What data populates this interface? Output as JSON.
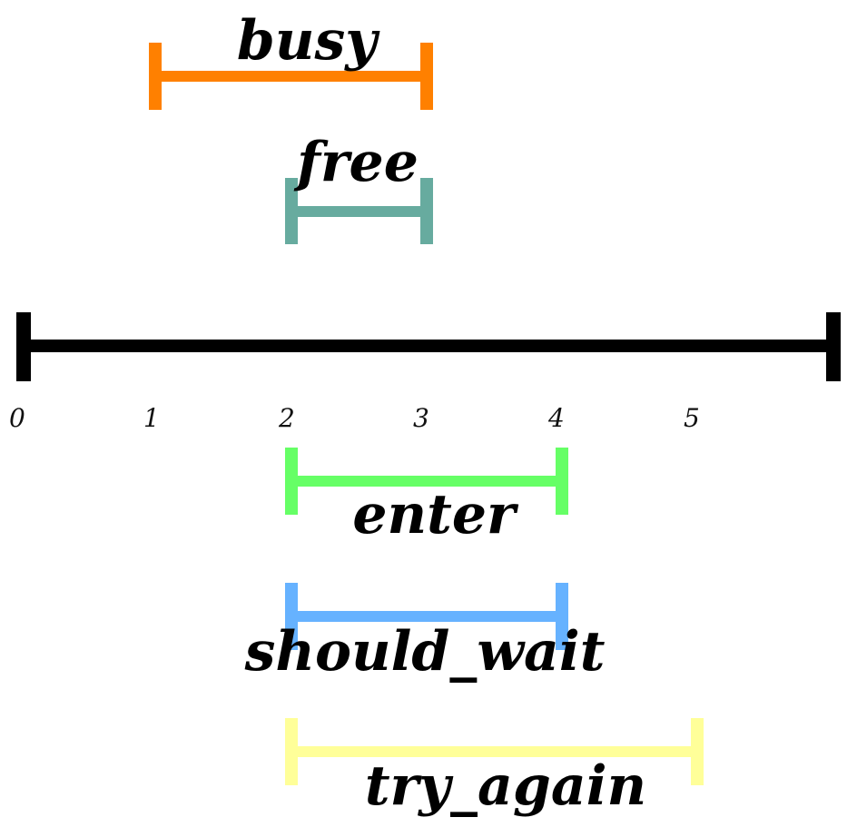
{
  "timeline": {
    "ticks": [
      "0",
      "1",
      "2",
      "3",
      "4",
      "5"
    ],
    "color": "#000000"
  },
  "intervals": [
    {
      "label": "busy",
      "start": 1,
      "end": 3,
      "color": "#ff8000",
      "side": "above"
    },
    {
      "label": "free",
      "start": 2,
      "end": 3,
      "color": "#67ab9f",
      "side": "above"
    },
    {
      "label": "enter",
      "start": 2,
      "end": 4,
      "color": "#66ff66",
      "side": "below"
    },
    {
      "label": "should_wait",
      "start": 2,
      "end": 4,
      "color": "#66b2ff",
      "side": "below"
    },
    {
      "label": "try_again",
      "start": 2,
      "end": 5,
      "color": "#ffff99",
      "side": "below"
    }
  ]
}
